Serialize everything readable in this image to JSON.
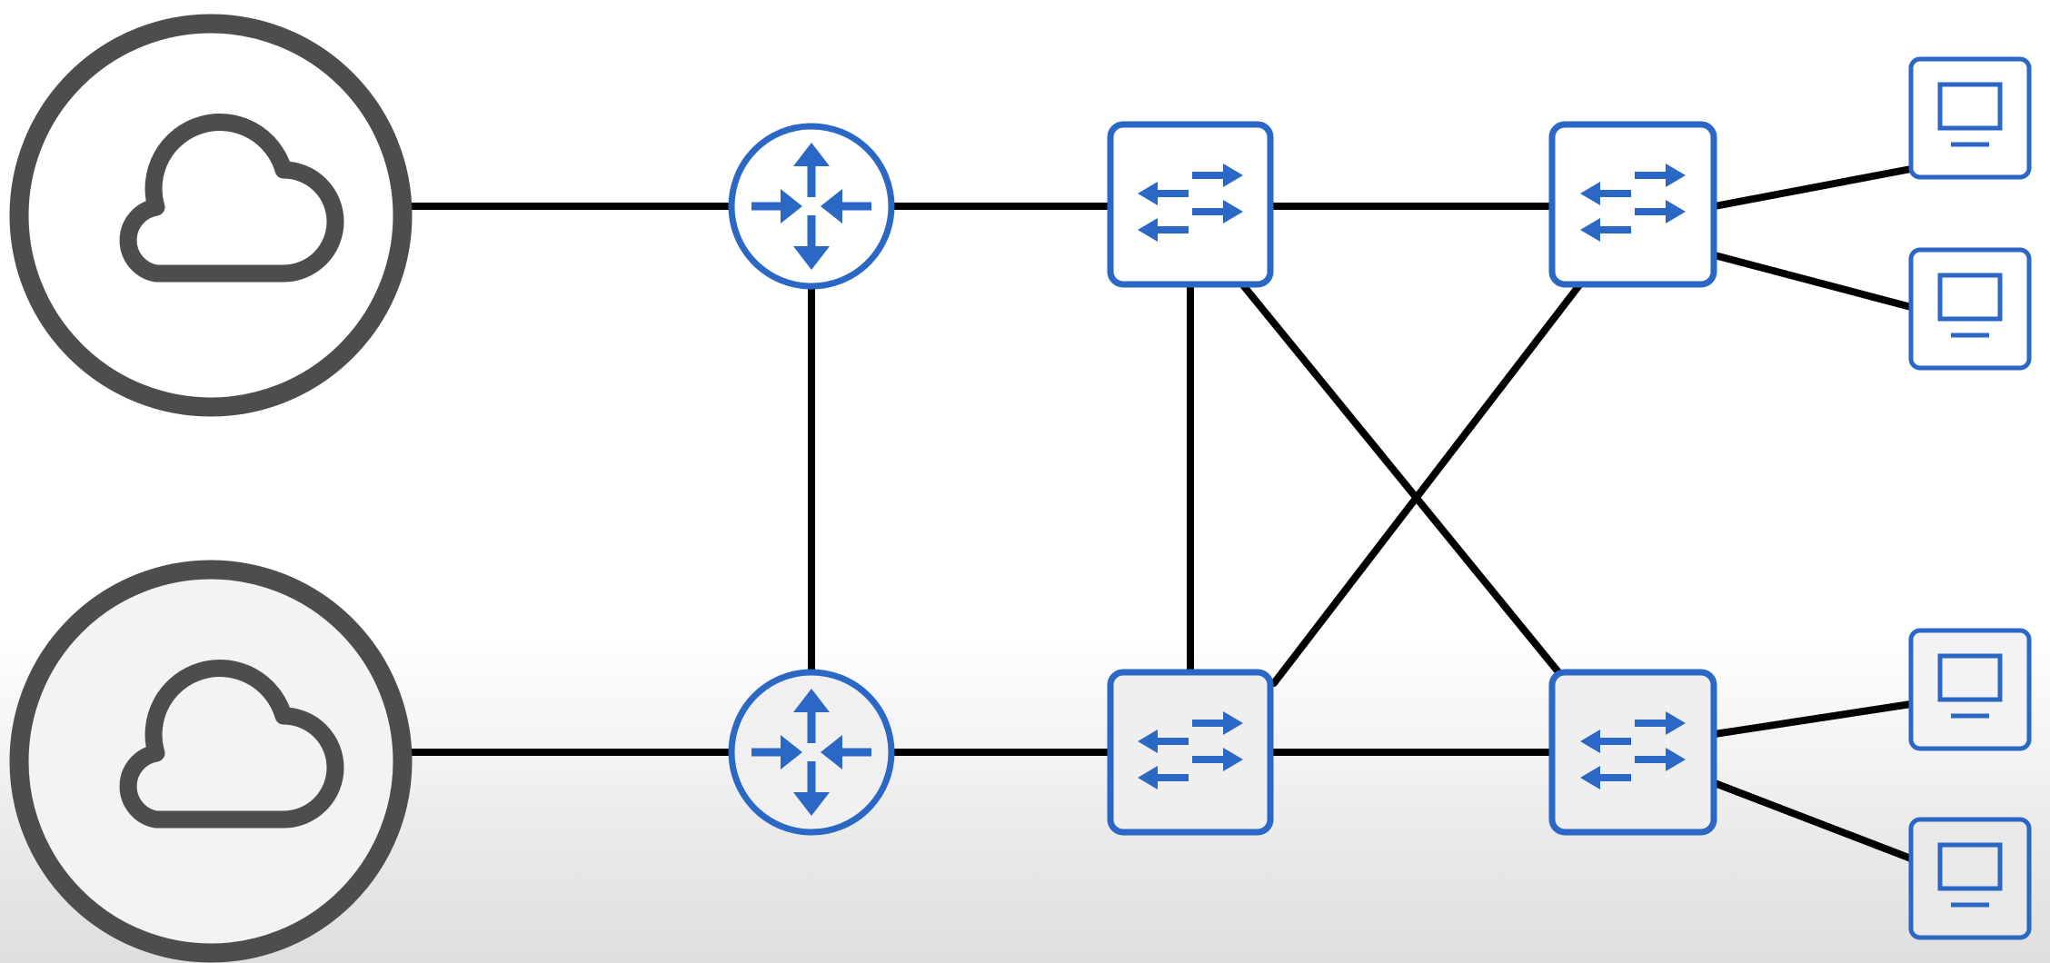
{
  "colors": {
    "background": "#ffffff",
    "gradient_bottom": "#dedede",
    "cloud_stroke": "#4d4d4d",
    "device_stroke": "#2b67c4",
    "link_stroke": "#000000"
  },
  "nodes": [
    {
      "id": "internet-cloud-top",
      "kind": "cloud",
      "icon": "cloud-icon"
    },
    {
      "id": "internet-cloud-bottom",
      "kind": "cloud",
      "icon": "cloud-icon"
    },
    {
      "id": "router-top",
      "kind": "router",
      "icon": "router-icon"
    },
    {
      "id": "router-bottom",
      "kind": "router",
      "icon": "router-icon"
    },
    {
      "id": "switch-distribution-top",
      "kind": "switch",
      "icon": "switch-icon"
    },
    {
      "id": "switch-distribution-bottom",
      "kind": "switch",
      "icon": "switch-icon"
    },
    {
      "id": "switch-access-top",
      "kind": "switch",
      "icon": "switch-icon"
    },
    {
      "id": "switch-access-bottom",
      "kind": "switch",
      "icon": "switch-icon"
    },
    {
      "id": "pc-1",
      "kind": "pc",
      "icon": "monitor-icon"
    },
    {
      "id": "pc-2",
      "kind": "pc",
      "icon": "monitor-icon"
    },
    {
      "id": "pc-3",
      "kind": "pc",
      "icon": "monitor-icon"
    },
    {
      "id": "pc-4",
      "kind": "pc",
      "icon": "monitor-icon"
    }
  ],
  "links": [
    {
      "from": "internet-cloud-top",
      "to": "router-top"
    },
    {
      "from": "internet-cloud-bottom",
      "to": "router-bottom"
    },
    {
      "from": "router-top",
      "to": "router-bottom"
    },
    {
      "from": "router-top",
      "to": "switch-distribution-top"
    },
    {
      "from": "router-bottom",
      "to": "switch-distribution-bottom"
    },
    {
      "from": "switch-distribution-top",
      "to": "switch-distribution-bottom"
    },
    {
      "from": "switch-distribution-top",
      "to": "switch-access-top"
    },
    {
      "from": "switch-distribution-bottom",
      "to": "switch-access-bottom"
    },
    {
      "from": "switch-distribution-top",
      "to": "switch-access-bottom"
    },
    {
      "from": "switch-distribution-bottom",
      "to": "switch-access-top"
    },
    {
      "from": "switch-access-top",
      "to": "pc-1"
    },
    {
      "from": "switch-access-top",
      "to": "pc-2"
    },
    {
      "from": "switch-access-bottom",
      "to": "pc-3"
    },
    {
      "from": "switch-access-bottom",
      "to": "pc-4"
    }
  ]
}
